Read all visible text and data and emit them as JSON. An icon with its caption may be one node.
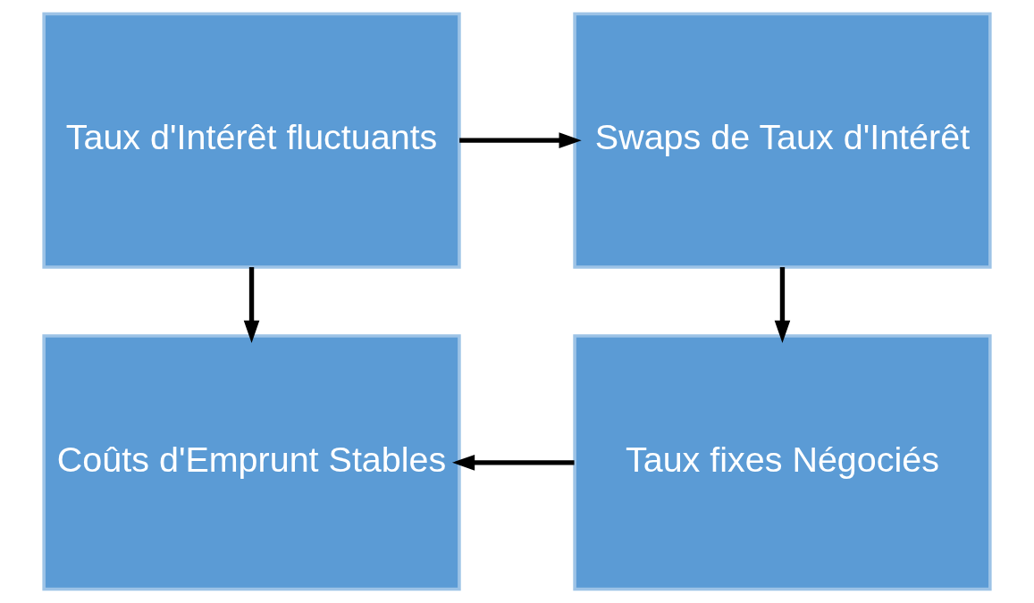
{
  "diagram": {
    "nodes": [
      {
        "text": [
          "Taux d'Intérêt fluctuants"
        ]
      },
      {
        "text": [
          "Swaps de Taux d'Intérêt"
        ]
      },
      {
        "text": [
          "Coûts d'Emprunt Stables"
        ]
      },
      {
        "text": [
          "Taux fixes Négociés"
        ]
      }
    ],
    "edges": [
      {
        "from": 0,
        "to": 1,
        "arrow": "to"
      },
      {
        "from": 0,
        "to": 2,
        "arrow": "to"
      },
      {
        "from": 1,
        "to": 3,
        "arrow": "to"
      },
      {
        "from": 3,
        "to": 2,
        "arrow": "to"
      }
    ]
  }
}
